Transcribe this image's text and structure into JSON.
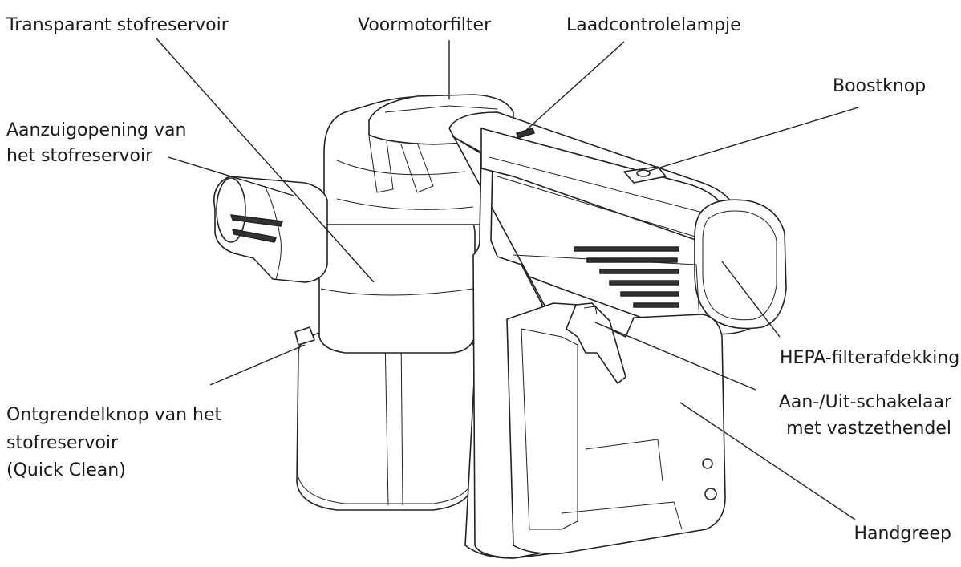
{
  "labels": {
    "transparent_reservoir": "Transparant stofreservoir",
    "pre_motor_filter": "Voormotorfilter",
    "charge_light": "Laadcontrolelampje",
    "boost_button": "Boostknop",
    "suction_opening_l1": "Aanzuigopening van",
    "suction_opening_l2": "het stofreservoir",
    "hepa_cover": "HEPA-filterafdekking",
    "power_switch_l1": "Aan-/Uit-schakelaar",
    "power_switch_l2": "met vastzethendel",
    "release_button_l1": "Ontgrendelknop van het",
    "release_button_l2": "stofreservoir",
    "release_button_l3": "(Quick Clean)",
    "handle": "Handgreep"
  },
  "colors": {
    "line": "#222222",
    "text": "#1a1a1a",
    "background": "#ffffff"
  }
}
